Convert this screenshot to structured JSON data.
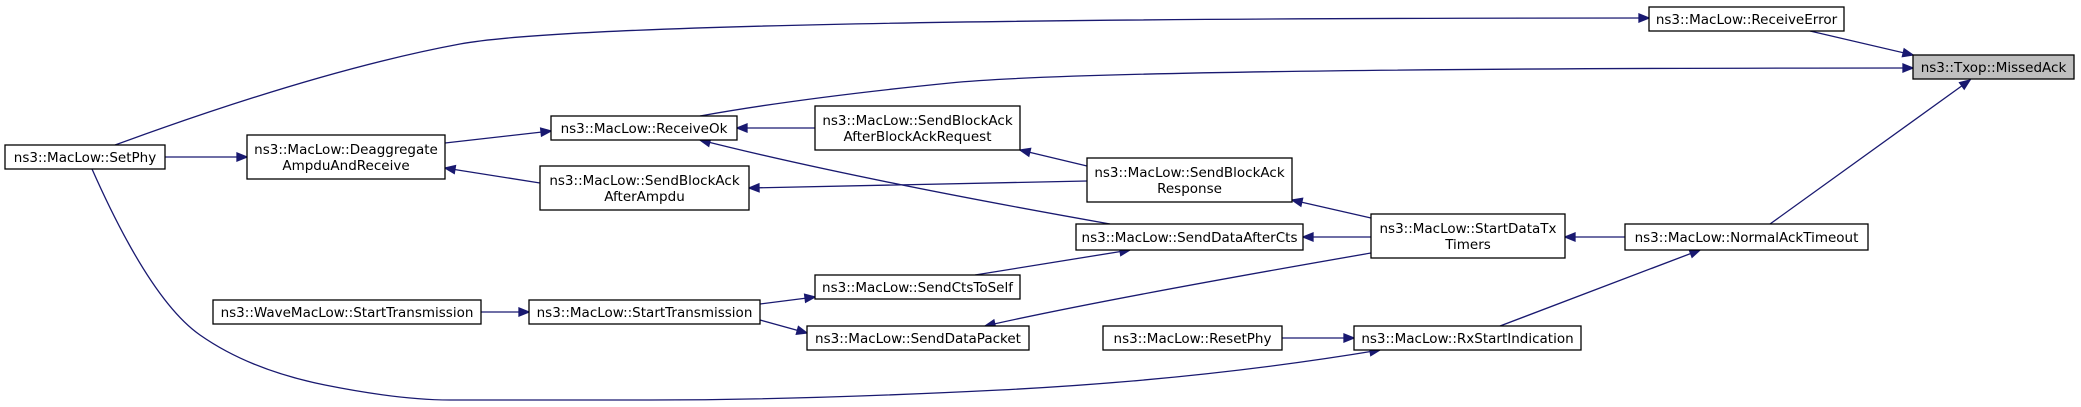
{
  "nodes": [
    {
      "id": "missed_ack",
      "lines": [
        "ns3::Txop::MissedAck"
      ],
      "focus": true
    },
    {
      "id": "receive_error",
      "lines": [
        "ns3::MacLow::ReceiveError"
      ]
    },
    {
      "id": "normal_ack_timeout",
      "lines": [
        "ns3::MacLow::NormalAckTimeout"
      ]
    },
    {
      "id": "receive_ok",
      "lines": [
        "ns3::MacLow::ReceiveOk"
      ]
    },
    {
      "id": "set_phy",
      "lines": [
        "ns3::MacLow::SetPhy"
      ]
    },
    {
      "id": "deaggregate",
      "lines": [
        "ns3::MacLow::Deaggregate",
        "AmpduAndReceive"
      ]
    },
    {
      "id": "send_ba_after_bar",
      "lines": [
        "ns3::MacLow::SendBlockAck",
        "AfterBlockAckRequest"
      ]
    },
    {
      "id": "send_ba_response",
      "lines": [
        "ns3::MacLow::SendBlockAck",
        "Response"
      ]
    },
    {
      "id": "send_ba_after_ampdu",
      "lines": [
        "ns3::MacLow::SendBlockAck",
        "AfterAmpdu"
      ]
    },
    {
      "id": "start_data_tx_timers",
      "lines": [
        "ns3::MacLow::StartDataTx",
        "Timers"
      ]
    },
    {
      "id": "send_data_after_cts",
      "lines": [
        "ns3::MacLow::SendDataAfterCts"
      ]
    },
    {
      "id": "send_cts_to_self",
      "lines": [
        "ns3::MacLow::SendCtsToSelf"
      ]
    },
    {
      "id": "start_transmission",
      "lines": [
        "ns3::MacLow::StartTransmission"
      ]
    },
    {
      "id": "wave_start_transmission",
      "lines": [
        "ns3::WaveMacLow::StartTransmission"
      ]
    },
    {
      "id": "send_data_packet",
      "lines": [
        "ns3::MacLow::SendDataPacket"
      ]
    },
    {
      "id": "rx_start_indication",
      "lines": [
        "ns3::MacLow::RxStartIndication"
      ]
    },
    {
      "id": "reset_phy",
      "lines": [
        "ns3::MacLow::ResetPhy"
      ]
    }
  ],
  "edges": [
    {
      "from": "receive_error",
      "to": "missed_ack"
    },
    {
      "from": "receive_ok",
      "to": "missed_ack"
    },
    {
      "from": "normal_ack_timeout",
      "to": "missed_ack"
    },
    {
      "from": "set_phy",
      "to": "receive_error"
    },
    {
      "from": "deaggregate",
      "to": "receive_ok"
    },
    {
      "from": "send_ba_after_bar",
      "to": "receive_ok"
    },
    {
      "from": "send_data_after_cts",
      "to": "receive_ok"
    },
    {
      "from": "set_phy",
      "to": "deaggregate"
    },
    {
      "from": "send_ba_after_ampdu",
      "to": "deaggregate"
    },
    {
      "from": "send_ba_response",
      "to": "send_ba_after_bar"
    },
    {
      "from": "send_ba_response",
      "to": "send_ba_after_ampdu"
    },
    {
      "from": "start_data_tx_timers",
      "to": "send_ba_response"
    },
    {
      "from": "start_data_tx_timers",
      "to": "send_data_after_cts"
    },
    {
      "from": "start_data_tx_timers",
      "to": "send_data_packet"
    },
    {
      "from": "normal_ack_timeout",
      "to": "start_data_tx_timers"
    },
    {
      "from": "send_cts_to_self",
      "to": "send_data_after_cts"
    },
    {
      "from": "start_transmission",
      "to": "send_cts_to_self"
    },
    {
      "from": "start_transmission",
      "to": "send_data_packet"
    },
    {
      "from": "wave_start_transmission",
      "to": "start_transmission"
    },
    {
      "from": "rx_start_indication",
      "to": "normal_ack_timeout"
    },
    {
      "from": "reset_phy",
      "to": "rx_start_indication"
    },
    {
      "from": "set_phy",
      "to": "rx_start_indication"
    }
  ]
}
